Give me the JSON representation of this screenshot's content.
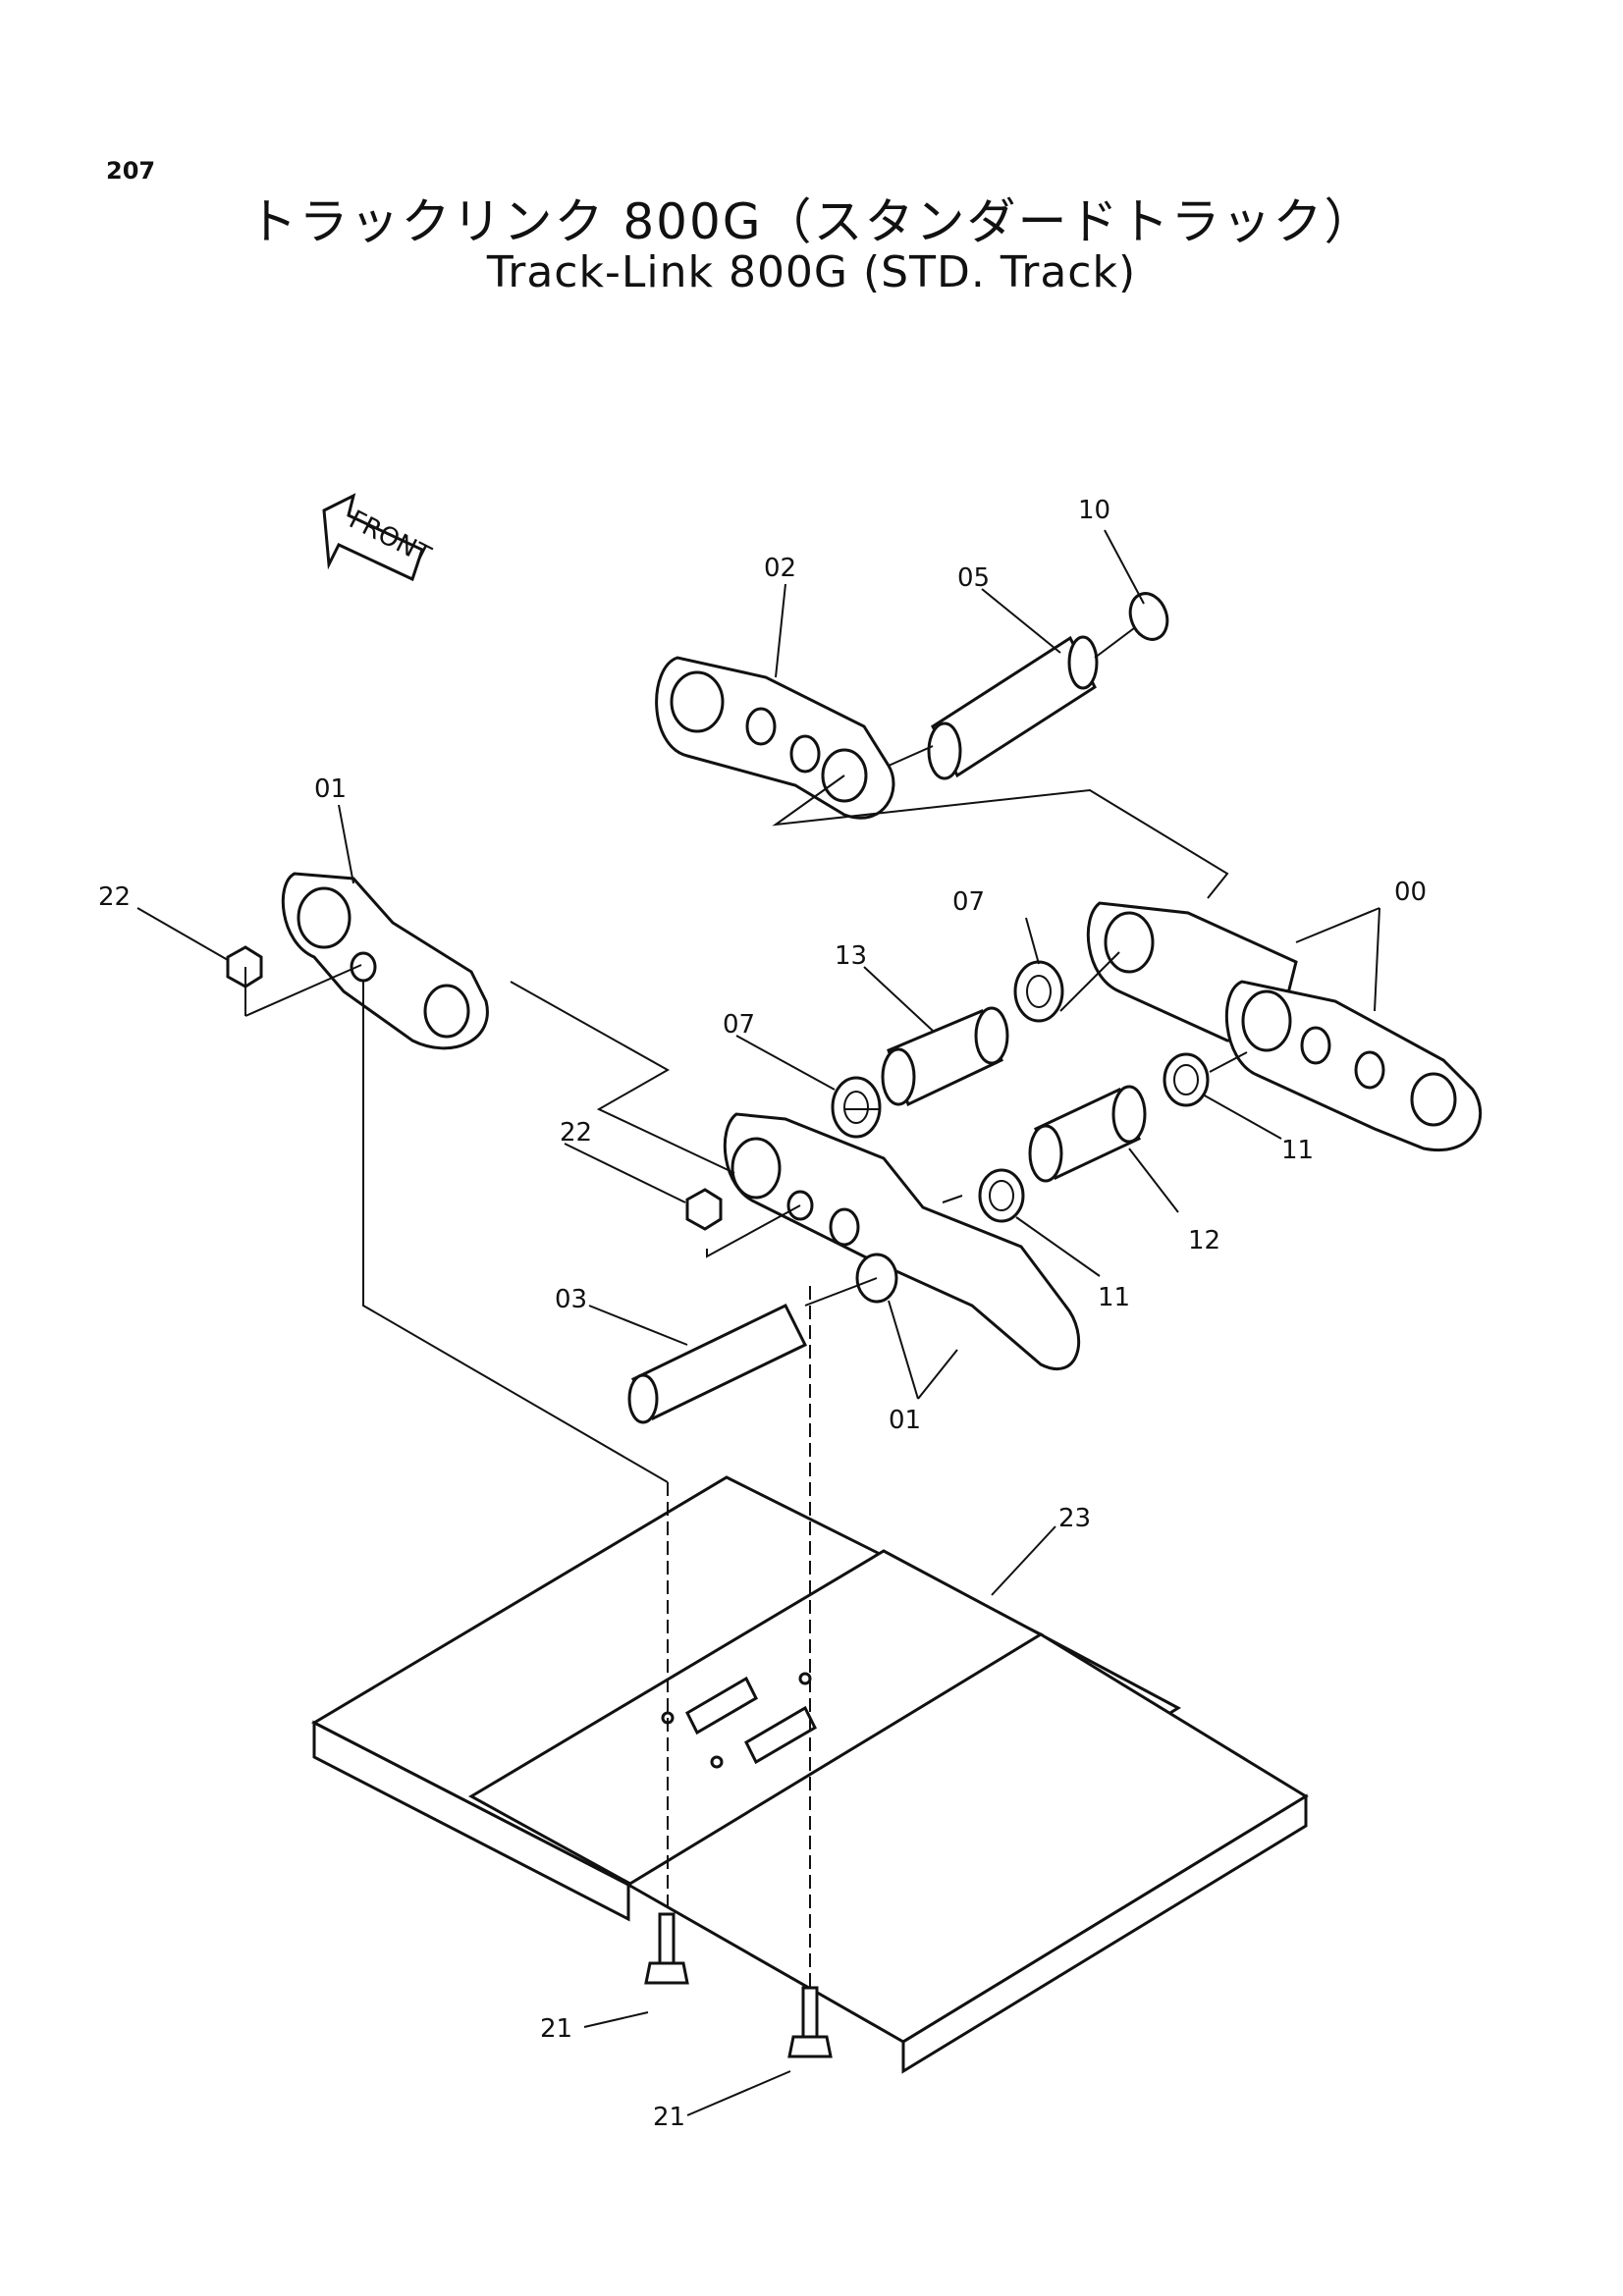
{
  "page_number": "207",
  "title_jp": "トラックリンク 800G（スタンダードトラック）",
  "title_en": "Track-Link 800G (STD. Track)",
  "front_label": "FRONT",
  "callouts": {
    "c00": "00",
    "c01_top": "01",
    "c01_bottom": "01",
    "c02": "02",
    "c03": "03",
    "c05": "05",
    "c07_top": "07",
    "c07_left": "07",
    "c10": "10",
    "c11_right": "11",
    "c11_bottom": "11",
    "c12": "12",
    "c13": "13",
    "c21_upper": "21",
    "c21_lower": "21",
    "c22_left": "22",
    "c22_mid": "22",
    "c23": "23"
  }
}
